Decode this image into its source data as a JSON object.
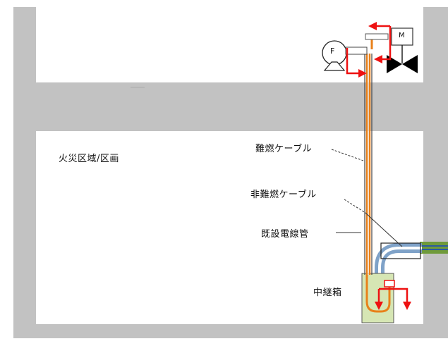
{
  "labels": {
    "fire_area": "火災区域/区画",
    "flame_retardant_cable": "難燃ケーブル",
    "non_flame_retardant_cable": "非難燃ケーブル",
    "existing_conduit": "既設電線管",
    "relay_box": "中継箱"
  },
  "symbols": {
    "fan_letter": "F",
    "motor_letter": "M"
  },
  "colors": {
    "wall": "#c2c2c2",
    "cable_orange": "#e8801a",
    "conduit_blue": "#7fa2c8",
    "arrow_red": "#ee1111",
    "relay_box_fill": "#d6e6b4",
    "pipe_green": "#6f9a3a"
  },
  "icons": [
    "fan-icon",
    "motor-icon",
    "valve-icon",
    "arrow-icon"
  ]
}
